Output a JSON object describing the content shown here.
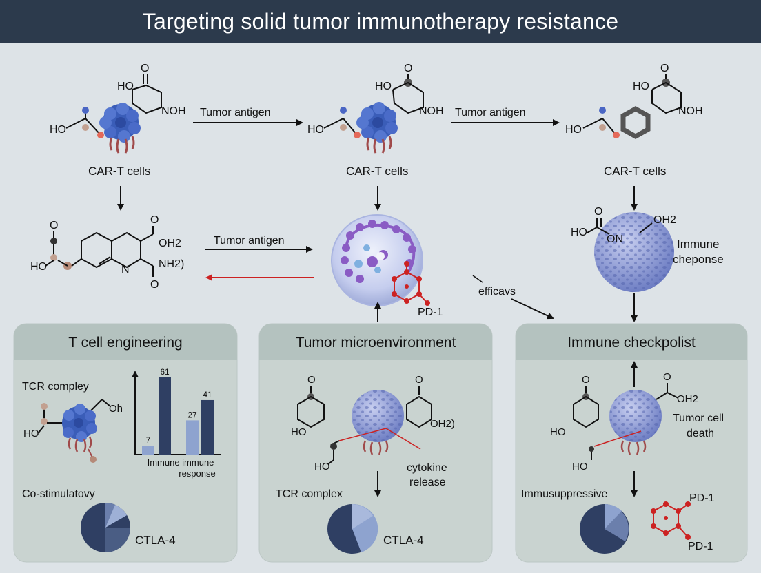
{
  "title": "Targeting solid tumor immunotherapy resistance",
  "colors": {
    "title_bg": "#2c3a4c",
    "background": "#dde3e7",
    "panel_bg": "#c9d3d0",
    "panel_header": "#b4c2bf",
    "protein_blue": "#3a5db8",
    "purple": "#8a5cc4",
    "red": "#cc2222",
    "navy_bar": "#2f3f63",
    "light_bar": "#8ea3cf"
  },
  "top": {
    "arrow_labels": [
      "Tumor antigen",
      "Tumor antigen"
    ],
    "cell_labels": [
      "CAR-T cells",
      "CAR-T cells",
      "CAR-T cells"
    ],
    "mol1": {
      "ho": "HO",
      "o": "O",
      "noh": "NOH",
      "ho2": "HO"
    },
    "mol2": {
      "ho": "HO",
      "o": "O",
      "noh": "NOH",
      "ho2": "HO"
    },
    "mol3": {
      "ho": "HO",
      "o": "O",
      "noh": "NOH",
      "ho2": "HO"
    }
  },
  "middle": {
    "arrow_label": "Tumor antigen",
    "left_mol": {
      "o": "O",
      "ho": "HO",
      "oh2": "OH2",
      "n": "N",
      "nh2": "NH2)",
      "o2": "O",
      "o3": "O"
    },
    "pd1": "PD-1",
    "efficacy": "efficavs",
    "right_mol": {
      "ho": "HO",
      "oh2": "OH2",
      "on": "ON",
      "o": "O"
    },
    "immune_label_line1": "Immune",
    "immune_label_line2": "cheponse"
  },
  "panels": [
    {
      "title": "T cell engineering",
      "tcr_label": "TCR compley",
      "oh": "Oh",
      "ho": "HO",
      "bar_values": [
        "7",
        "61",
        "27",
        "41"
      ],
      "xlabel_line1": "Immune immune",
      "xlabel_line2": "response",
      "costim_label": "Co-stimulatovy",
      "pie_label": "CTLA-4"
    },
    {
      "title": "Tumor microenvironment",
      "o1": "O",
      "ho1": "HO",
      "o2": "O",
      "oh2": "OH2)",
      "ho2": "HO",
      "cytokine_line1": "cytokine",
      "cytokine_line2": "release",
      "tcr_label": "TCR complex",
      "pie_label": "CTLA-4"
    },
    {
      "title": "Immune checkpolist",
      "o1": "O",
      "ho1": "HO",
      "o2": "O",
      "oh2": "OH2",
      "ho2": "HO",
      "death_line1": "Tumor cell",
      "death_line2": "death",
      "immuno_label": "Immusuppressive",
      "pd1_a": "PD-1",
      "pd1_b": "PD-1"
    }
  ]
}
